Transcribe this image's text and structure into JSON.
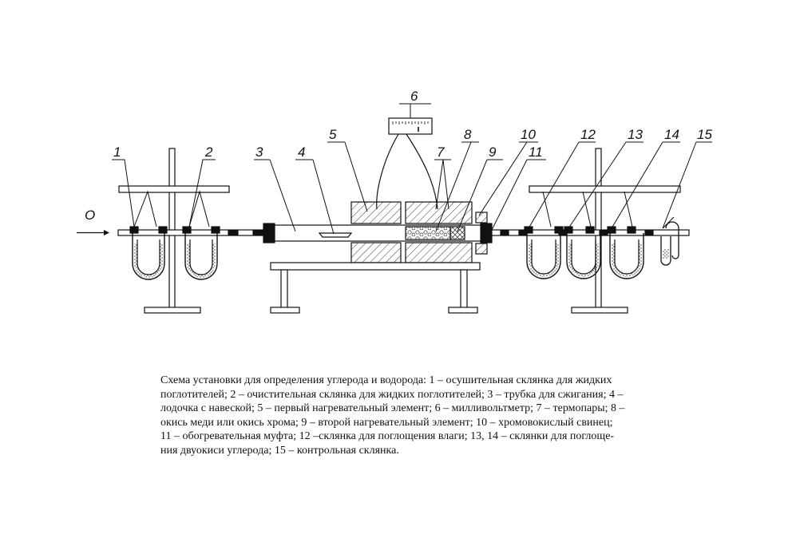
{
  "diagram": {
    "inlet_label": "O",
    "labels": [
      "1",
      "2",
      "3",
      "4",
      "5",
      "6",
      "7",
      "8",
      "9",
      "10",
      "11",
      "12",
      "13",
      "14",
      "15"
    ]
  },
  "caption": {
    "lines": [
      "Схема установки для определения углерода и водорода: 1 – осушительная склянка для жидких",
      "поглотителей; 2 – очистительная склянка для жидких поглотителей; 3 – трубка для сжигания; 4 –",
      "лодочка с навеской; 5 – первый нагревательный элемент; 6 – милливольтметр; 7 – термопары; 8 –",
      "окись меди или окись хрома; 9 – второй нагревательный элемент; 10 – хромовокислый свинец;",
      "11 – обогревательная муфта; 12 –склянка для поглощения влаги; 13, 14 – склянки для поглоще-",
      "ния двуокиси углерода; 15 – контрольная склянка."
    ]
  }
}
